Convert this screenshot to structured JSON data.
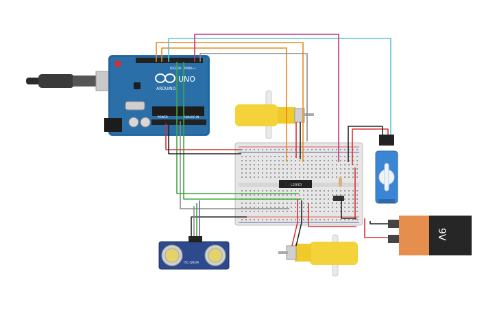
{
  "arduino": {
    "logo_text": "ARDUINO",
    "model": "UNO",
    "digital_label": "DIGITAL (PWM~)",
    "power_label": "POWER",
    "analog_label": "ANALOG IN"
  },
  "driver_chip": {
    "label": "L293D"
  },
  "sensor": {
    "label": "HC-SR04"
  },
  "battery": {
    "label": "9V"
  },
  "colors": {
    "board": "#2a6fa8",
    "motor_yellow": "#f4d23a",
    "wire_orange": "#e8891c",
    "wire_cyan": "#5cc6d8",
    "wire_magenta": "#c2347f",
    "wire_green": "#3caa3c",
    "wire_red": "#d93030",
    "wire_gray": "#8a8a8a",
    "wire_purple": "#7a4fc8",
    "servo_blue": "#3a86d4",
    "battery_orange": "#e58e4e"
  }
}
